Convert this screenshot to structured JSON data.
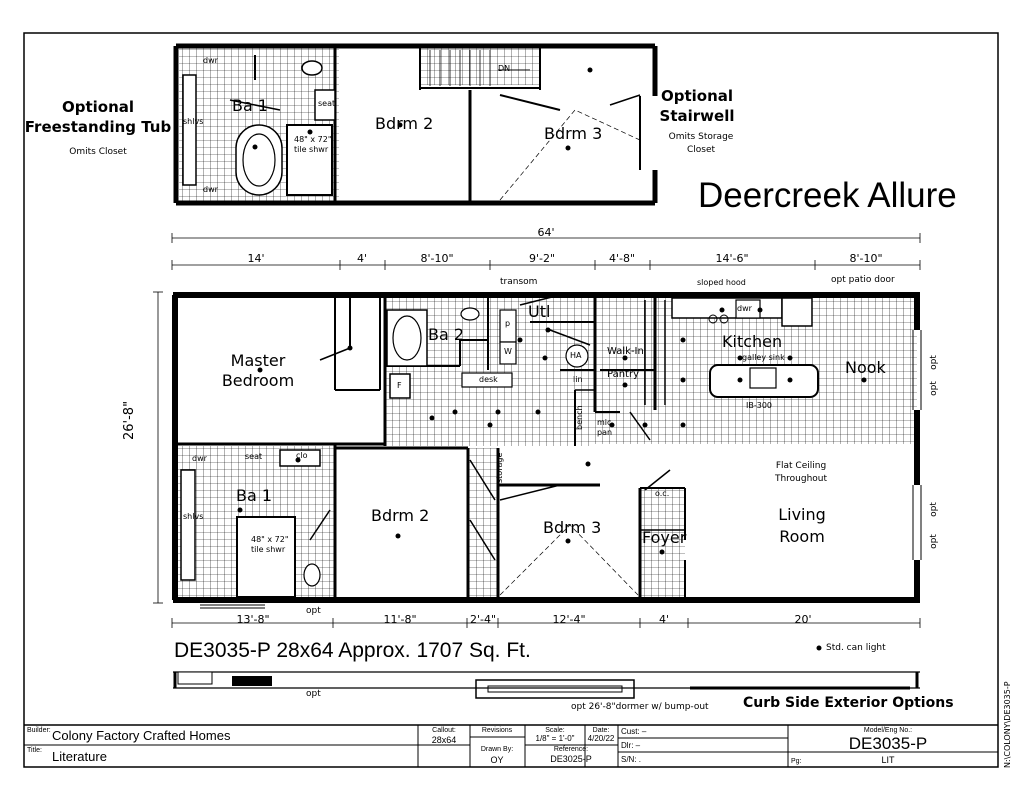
{
  "title": "Deercreek Allure",
  "top_view": {
    "left_option_title": "Optional\nFreestanding Tub",
    "left_option_note": "Omits Closet",
    "right_option_title": "Optional\nStairwell",
    "right_option_note": "Omits Storage\nCloset",
    "rooms": {
      "ba1": "Ba 1",
      "bdrm2": "Bdrm 2",
      "bdrm3": "Bdrm 3",
      "shower": "48\" x 72\"\ntile shwr",
      "seat": "seat",
      "shlvs": "shlvs",
      "dwr1": "dwr",
      "dwr2": "dwr",
      "dn": "DN"
    }
  },
  "dimensions": {
    "overall": "64'",
    "top": [
      "14'",
      "4'",
      "8'-10\"",
      "9'-2\"",
      "4'-8\"",
      "14'-6\"",
      "8'-10\""
    ],
    "bottom": [
      "13'-8\"",
      "11'-8\"",
      "2'-4\"",
      "12'-4\"",
      "4'",
      "20'"
    ],
    "side": "26'-8\""
  },
  "notes": {
    "transom": "transom",
    "sloped_hood": "sloped hood",
    "opt_patio": "opt patio door",
    "flat_ceiling": "Flat Ceiling\nThroughout",
    "opt": "opt",
    "legend": "Std. can light",
    "dormer": "opt 26'-8\"dormer w/ bump-out",
    "curb": "Curb Side Exterior Options"
  },
  "rooms": {
    "master": "Master\nBedroom",
    "ba2": "Ba 2",
    "utl": "Utl",
    "walkin": "Walk-In\nPantry",
    "kitchen": "Kitchen",
    "galley": "galley sink",
    "nook": "Nook",
    "ib": "IB-300",
    "ba1": "Ba 1",
    "bdrm2": "Bdrm 2",
    "bdrm3": "Bdrm 3",
    "foyer": "Foyer",
    "living": "Living\nRoom",
    "desk": "desk",
    "lin": "lin",
    "bench": "bench",
    "micpan": "mic\npan",
    "storage": "storage",
    "seat": "seat",
    "clo": "clo",
    "shlvs": "shlvs",
    "shower": "48\" x 72\"\ntile shwr",
    "oc": "o.c.",
    "dwr": "dwr",
    "f": "F",
    "p": "p",
    "w": "W",
    "ha": "HA",
    "dwr_k": "dwr"
  },
  "model_line": "DE3035-P 28x64  Approx. 1707 Sq. Ft.",
  "side_code": "N:\\COLONY\\DE3035-P",
  "title_block": {
    "builder_label": "Builder:",
    "builder": "Colony Factory Crafted Homes",
    "title_label": "Title:",
    "title": "Literature",
    "callout_label": "Callout:",
    "callout": "28x64",
    "revisions_label": "Revisions",
    "drawn_label": "Drawn By:",
    "drawn": "OY",
    "scale_label": "Scale:",
    "scale": "1/8\" = 1'-0\"",
    "date_label": "Date:",
    "date": "4/20/22",
    "reference_label": "Reference:",
    "reference": "DE3025-P",
    "cust": "Cust: –",
    "dlr": "Dlr: –",
    "sn": "S/N: .",
    "model_label": "Model/Eng No.:",
    "model": "DE3035-P",
    "lit": "LIT",
    "pg": "Pg:"
  }
}
